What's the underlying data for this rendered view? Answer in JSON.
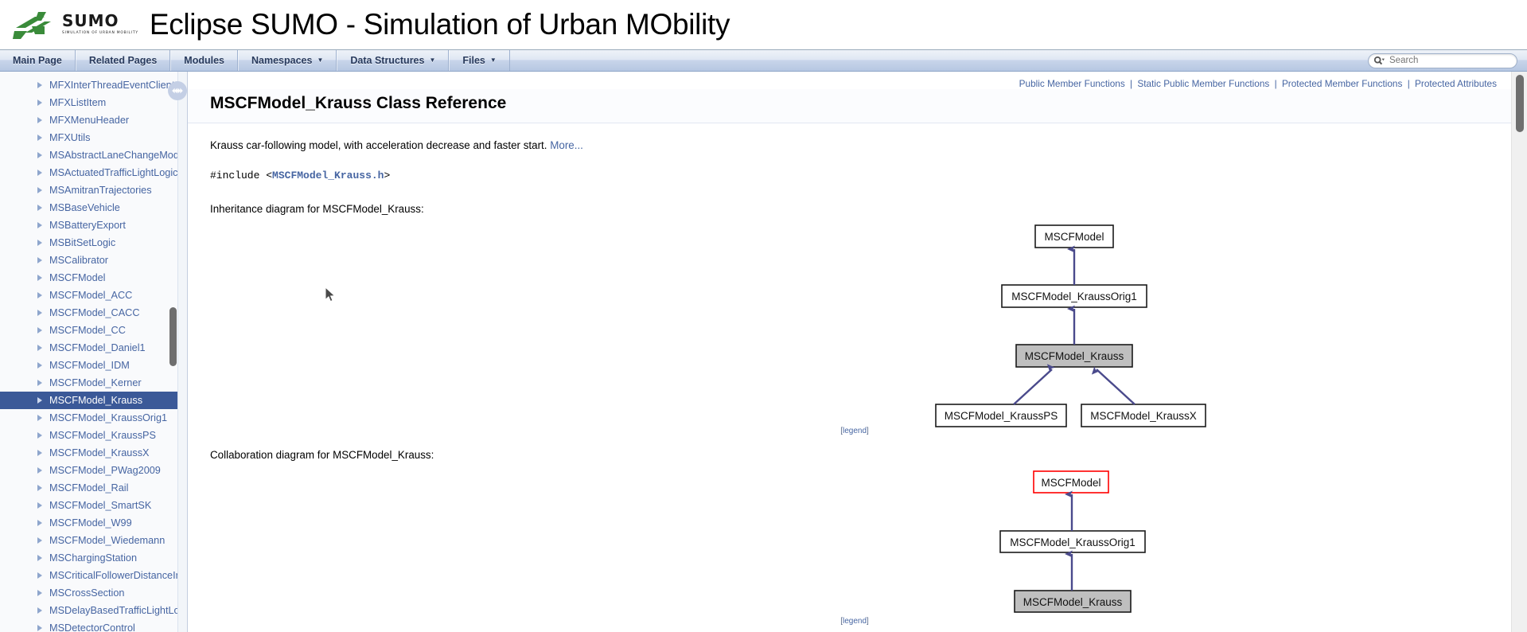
{
  "header": {
    "logo_word": "SUMO",
    "logo_tagline": "SIMULATION OF URBAN MOBILITY",
    "project_name": "Eclipse SUMO - Simulation of Urban MObility"
  },
  "navbar": {
    "tabs": [
      {
        "label": "Main Page",
        "has_caret": false
      },
      {
        "label": "Related Pages",
        "has_caret": false
      },
      {
        "label": "Modules",
        "has_caret": false
      },
      {
        "label": "Namespaces",
        "has_caret": true
      },
      {
        "label": "Data Structures",
        "has_caret": true
      },
      {
        "label": "Files",
        "has_caret": true
      }
    ],
    "caret_glyph": "▼",
    "search": {
      "placeholder": "Search",
      "icon": "magnifier-icon"
    }
  },
  "sidebar": {
    "items": [
      {
        "label": "MFXInterThreadEventClient",
        "selected": false
      },
      {
        "label": "MFXListItem",
        "selected": false
      },
      {
        "label": "MFXMenuHeader",
        "selected": false
      },
      {
        "label": "MFXUtils",
        "selected": false
      },
      {
        "label": "MSAbstractLaneChangeModel",
        "selected": false
      },
      {
        "label": "MSActuatedTrafficLightLogic",
        "selected": false
      },
      {
        "label": "MSAmitranTrajectories",
        "selected": false
      },
      {
        "label": "MSBaseVehicle",
        "selected": false
      },
      {
        "label": "MSBatteryExport",
        "selected": false
      },
      {
        "label": "MSBitSetLogic",
        "selected": false
      },
      {
        "label": "MSCalibrator",
        "selected": false
      },
      {
        "label": "MSCFModel",
        "selected": false
      },
      {
        "label": "MSCFModel_ACC",
        "selected": false
      },
      {
        "label": "MSCFModel_CACC",
        "selected": false
      },
      {
        "label": "MSCFModel_CC",
        "selected": false
      },
      {
        "label": "MSCFModel_Daniel1",
        "selected": false
      },
      {
        "label": "MSCFModel_IDM",
        "selected": false
      },
      {
        "label": "MSCFModel_Kerner",
        "selected": false
      },
      {
        "label": "MSCFModel_Krauss",
        "selected": true
      },
      {
        "label": "MSCFModel_KraussOrig1",
        "selected": false
      },
      {
        "label": "MSCFModel_KraussPS",
        "selected": false
      },
      {
        "label": "MSCFModel_KraussX",
        "selected": false
      },
      {
        "label": "MSCFModel_PWag2009",
        "selected": false
      },
      {
        "label": "MSCFModel_Rail",
        "selected": false
      },
      {
        "label": "MSCFModel_SmartSK",
        "selected": false
      },
      {
        "label": "MSCFModel_W99",
        "selected": false
      },
      {
        "label": "MSCFModel_Wiedemann",
        "selected": false
      },
      {
        "label": "MSChargingStation",
        "selected": false
      },
      {
        "label": "MSCriticalFollowerDistanceInfo",
        "selected": false
      },
      {
        "label": "MSCrossSection",
        "selected": false
      },
      {
        "label": "MSDelayBasedTrafficLightLogic",
        "selected": false
      },
      {
        "label": "MSDetectorControl",
        "selected": false
      }
    ]
  },
  "main": {
    "summary_links": [
      "Public Member Functions",
      "Static Public Member Functions",
      "Protected Member Functions",
      "Protected Attributes"
    ],
    "summary_separator": "|",
    "page_title": "MSCFModel_Krauss Class Reference",
    "brief_text": "Krauss car-following model, with acceleration decrease and faster start.",
    "more_link": "More...",
    "include_keyword": "#include",
    "include_open": "<",
    "include_file": "MSCFModel_Krauss.h",
    "include_close": ">",
    "inheritance_caption": "Inheritance diagram for MSCFModel_Krauss:",
    "collaboration_caption": "Collaboration diagram for MSCFModel_Krauss:",
    "legend_label": "legend",
    "legend_open_bracket": "[",
    "legend_close_bracket": "]"
  },
  "diagrams": {
    "inheritance": {
      "nodes": [
        {
          "id": "n0",
          "label": "MSCFModel",
          "style": "plain"
        },
        {
          "id": "n1",
          "label": "MSCFModel_KraussOrig1",
          "style": "plain"
        },
        {
          "id": "n2",
          "label": "MSCFModel_Krauss",
          "style": "current"
        },
        {
          "id": "n3",
          "label": "MSCFModel_KraussPS",
          "style": "plain"
        },
        {
          "id": "n4",
          "label": "MSCFModel_KraussX",
          "style": "plain"
        }
      ],
      "edges": [
        {
          "from": "n1",
          "to": "n0"
        },
        {
          "from": "n2",
          "to": "n1"
        },
        {
          "from": "n3",
          "to": "n2"
        },
        {
          "from": "n4",
          "to": "n2"
        }
      ]
    },
    "collaboration": {
      "nodes": [
        {
          "id": "c0",
          "label": "MSCFModel",
          "style": "highlight"
        },
        {
          "id": "c1",
          "label": "MSCFModel_KraussOrig1",
          "style": "plain"
        },
        {
          "id": "c2",
          "label": "MSCFModel_Krauss",
          "style": "current"
        }
      ],
      "edges": [
        {
          "from": "c1",
          "to": "c0"
        },
        {
          "from": "c2",
          "to": "c1"
        }
      ]
    }
  },
  "colors": {
    "link": "#4665a2",
    "selected_row_bg": "#3b5998",
    "edge_arrow": "#4a4a8c",
    "node_current_fill": "#bfbfbf",
    "node_highlight_border": "#ff0000",
    "logo_green": "#3a8b3a"
  }
}
